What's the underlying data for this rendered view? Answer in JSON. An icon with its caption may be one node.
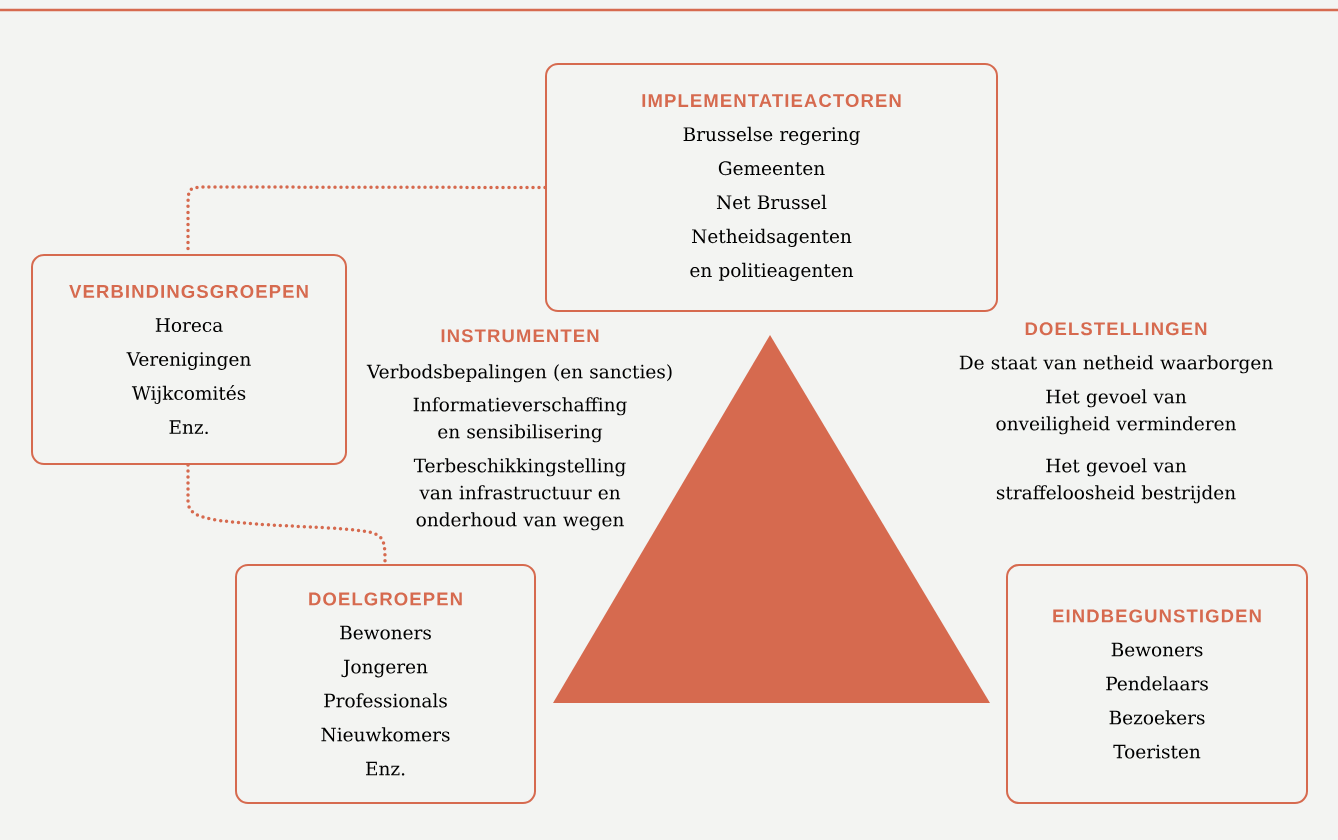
{
  "diagram": {
    "nodes": [
      {
        "text": [
          "IMPLEMENTATIEACTOREN",
          "Brusselse regering",
          "Gemeenten",
          "Net Brussel",
          "Netheidsagenten en politieagenten"
        ]
      },
      {
        "text": [
          "VERBINDINGSGROEPEN",
          "Horeca",
          "Verenigingen",
          "Wijkcomités",
          "Enz."
        ]
      },
      {
        "text": [
          "DOELGROEPEN",
          "Bewoners",
          "Jongeren",
          "Professionals",
          "Nieuwkomers",
          "Enz."
        ]
      },
      {
        "text": [
          "EINDBEGUNSTIGDEN",
          "Bewoners",
          "Pendelaars",
          "Bezoekers",
          "Toeristen"
        ]
      }
    ],
    "edges": [
      {
        "from": 0,
        "to": 1,
        "arrow": "none"
      },
      {
        "from": 1,
        "to": 2,
        "arrow": "none"
      }
    ],
    "labels": [
      "INSTRUMENTEN",
      "Verbodsbepalingen (en sancties)",
      "Informatieverschaffing en sensibilisering",
      "Terbeschikkingstelling van infrastructuur en onderhoud van wegen",
      "DOELSTELLINGEN",
      "De staat van netheid waarborgen",
      "Het gevoel van onveiligheid verminderen",
      "Het gevoel van straffeloosheid bestrijden"
    ]
  }
}
